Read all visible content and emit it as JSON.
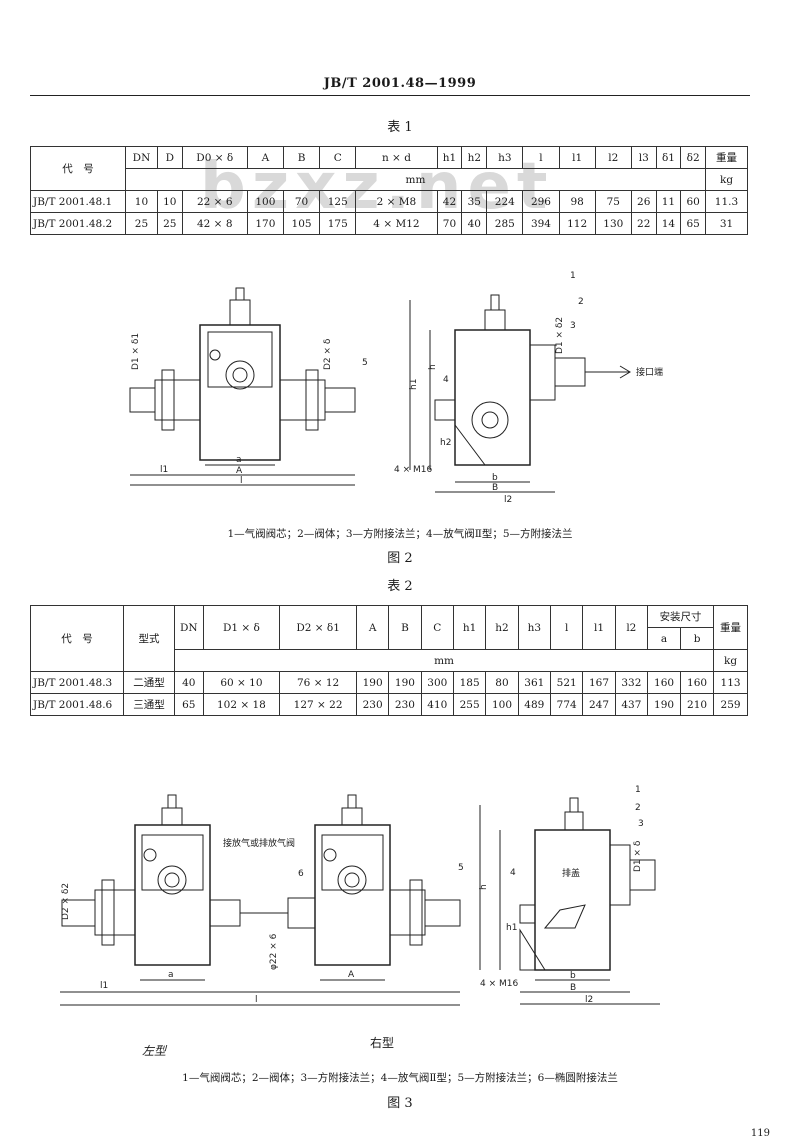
{
  "header": "JB/T 2001.48—1999",
  "watermark": "bzxz.net",
  "table1": {
    "caption": "表 1",
    "code_label": "代　号",
    "cols": [
      "DN",
      "D",
      "D0 × δ",
      "A",
      "B",
      "C",
      "n × d",
      "h1",
      "h2",
      "h3",
      "l",
      "l1",
      "l2",
      "l3",
      "δ1",
      "δ2"
    ],
    "weight_label": "重量",
    "unit_mm": "mm",
    "unit_kg": "kg",
    "rows": [
      [
        "JB/T 2001.48.1",
        "10",
        "10",
        "22 × 6",
        "100",
        "70",
        "125",
        "2 × M8",
        "42",
        "35",
        "224",
        "296",
        "98",
        "75",
        "26",
        "11",
        "60",
        "11.3"
      ],
      [
        "JB/T 2001.48.2",
        "25",
        "25",
        "42 × 8",
        "170",
        "105",
        "175",
        "4 × M12",
        "70",
        "40",
        "285",
        "394",
        "112",
        "130",
        "22",
        "14",
        "65",
        "31"
      ]
    ]
  },
  "fig2": {
    "caption": "图 2",
    "legend": "1—气阀阀芯；2—阀体；3—方附接法兰；4—放气阀Ⅱ型；5—方附接法兰",
    "labels": {
      "arrow": "接口端",
      "bolts": "4 × M16",
      "d1": "D1 × δ1",
      "d2": "D2 × δ",
      "d3": "D1 × δ2",
      "n1": "1",
      "n2": "2",
      "n3": "3",
      "n4": "4",
      "n5": "5",
      "a": "a",
      "b": "b",
      "A": "A",
      "B": "B",
      "l": "l",
      "l1": "l1",
      "h": "h",
      "h1": "h1",
      "h2": "h2",
      "l2": "l2"
    }
  },
  "table2": {
    "caption": "表 2",
    "code_label": "代　号",
    "type_label": "型式",
    "cols": [
      "DN",
      "D1 × δ",
      "D2 × δ1",
      "A",
      "B",
      "C",
      "h1",
      "h2",
      "h3",
      "l",
      "l1",
      "l2"
    ],
    "install_label": "安装尺寸",
    "install_a": "a",
    "install_b": "b",
    "weight_label": "重量",
    "unit_mm": "mm",
    "unit_kg": "kg",
    "rows": [
      [
        "JB/T 2001.48.3",
        "二通型",
        "40",
        "60 × 10",
        "76 × 12",
        "190",
        "190",
        "300",
        "185",
        "80",
        "361",
        "521",
        "167",
        "332",
        "160",
        "160",
        "113"
      ],
      [
        "JB/T 2001.48.6",
        "三通型",
        "65",
        "102 × 18",
        "127 × 22",
        "230",
        "230",
        "410",
        "255",
        "100",
        "489",
        "774",
        "247",
        "437",
        "190",
        "210",
        "259"
      ]
    ]
  },
  "fig3": {
    "left_title": "左型",
    "right_title": "右型",
    "caption": "图 3",
    "legend": "1—气阀阀芯；2—阀体；3—方附接法兰；4—放气阀Ⅱ型；5—方附接法兰；6—椭圆附接法兰",
    "labels": {
      "vent": "接放气或排放气阀",
      "bolts": "4 × M16",
      "side": "排盖",
      "d1": "D2 × δ2",
      "d2": "φ22 × 6",
      "d3": "D1 × δ",
      "n1": "1",
      "n2": "2",
      "n3": "3",
      "n4": "4",
      "n5": "5",
      "n6": "6",
      "a": "a",
      "b": "b",
      "A": "A",
      "B": "B",
      "l": "l",
      "l1": "l1",
      "l2": "l2",
      "h": "h",
      "h1": "h1"
    }
  },
  "page_number": "119"
}
